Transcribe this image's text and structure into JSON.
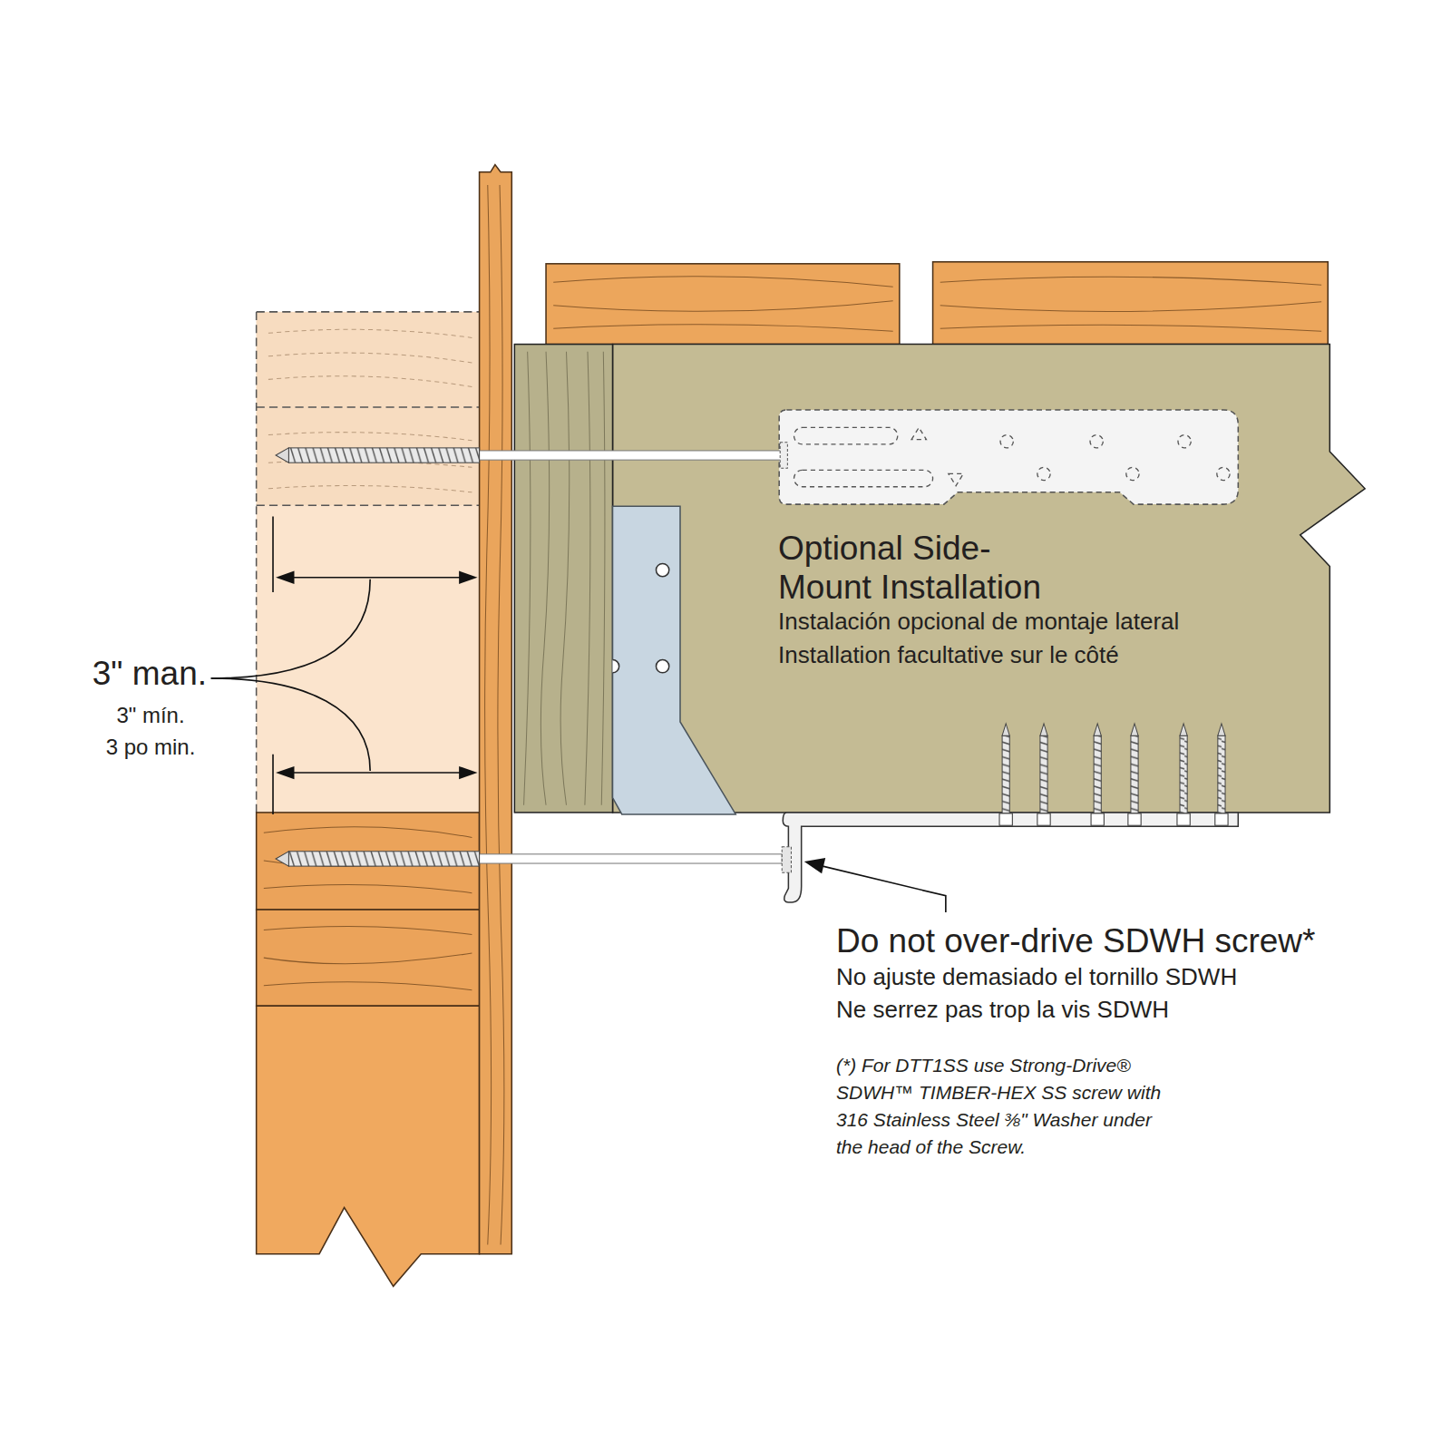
{
  "diagram": {
    "labels": [
      "Optional Side- Mount Installation",
      "Instalación opcional de montaje lateral",
      "Installation facultative sur le côté",
      "3\" man.",
      "3\" mín.",
      "3 po min.",
      "Do not over-drive SDWH screw*",
      "No ajuste demasiado el tornillo SDWH",
      "Ne serrez pas trop la vis SDWH",
      "(*) For DTT1SS use Strong-Drive® SDWH™ TIMBER-HEX SS screw with 316 Stainless Steel ⅜\" Washer under the head of the Screw."
    ]
  }
}
